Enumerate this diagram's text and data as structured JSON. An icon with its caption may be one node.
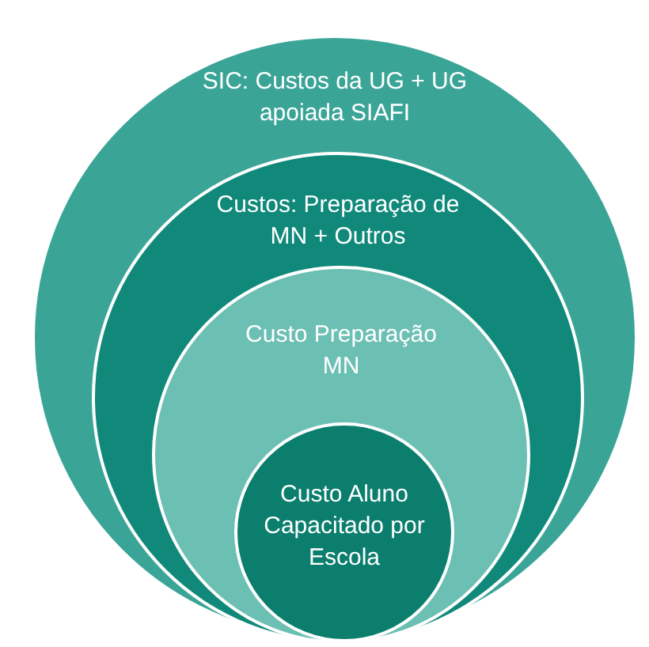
{
  "diagram": {
    "nodes": [
      {
        "text": [
          "SIC: Custos da UG + UG apoiada SIAFI"
        ]
      },
      {
        "text": [
          "Custos: Preparação de MN + Outros"
        ],
        "in": 0
      },
      {
        "text": [
          "Custo Preparação MN"
        ],
        "in": 1
      },
      {
        "text": [
          "Custo Aluno Capacitado por Escola"
        ],
        "in": 2
      }
    ]
  }
}
